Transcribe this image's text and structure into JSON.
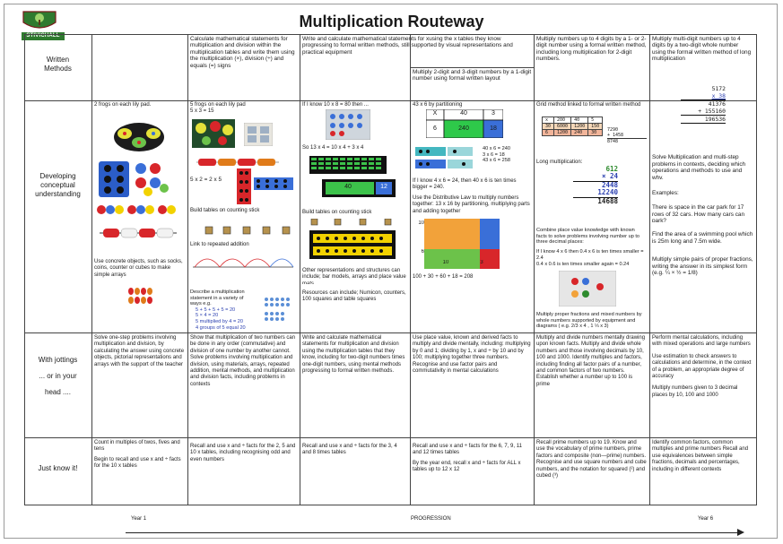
{
  "title": "Multiplication Routeway",
  "logo": {
    "text": "STIVICHALL"
  },
  "rows": {
    "written": [
      "Written",
      "Methods"
    ],
    "developing": [
      "Developing",
      "conceptual",
      "understanding"
    ],
    "jottings": [
      "With jottings",
      "... or in your",
      "head ...."
    ],
    "justknow": "Just know it!"
  },
  "written_methods": {
    "c3": "Calculate mathematical statements for multiplication and division within the multiplication tables and write them using the multiplication (×), division (÷) and equals (=) signs",
    "c45": "Write and calculate mathematical statements for xusing the x tables they know progressing to formal written methods, still supported by visual representations and practical equipment",
    "c5b": "Multiply 2-digit and 3-digit numbers by a 1-digit number using formal written layout",
    "c6": "Multiply numbers up to 4 digits by a 1- or 2-digit number using a formal written method, including long multiplication for 2-digit numbers.",
    "c7": "Multiply multi-digit numbers up to 4 digits by a two-digit whole number using the formal written method of long multiplication"
  },
  "developing": {
    "c2_top": "2 frogs on each lily pad.",
    "c2_bottom": "Use concrete objects, such as socks, coins, counter or cubes to make simple arrays",
    "c3_top": "5 frogs on each lily pad",
    "c3_eq1": "5 x 3 = 15",
    "c3_eq2": "5 x 2 = 2 x 5",
    "c3_stick": "Build tables on counting stick",
    "c3_link": "Link to repeated addition",
    "c3_describe": "Describe a multiplication statement in a variety of ways e.g.",
    "c3_ways": [
      "5 + 5 + 5 + 5 = 20",
      "5 × 4 = 20",
      "5 multiplied by 4 = 20",
      "4 groups of 5 equal 20"
    ],
    "c4_top": "If I know 10 x 8 = 80 then ...",
    "c4_so": "So 13 x 4 = 10 x 4 + 3 x 4",
    "c4_bar": [
      "40",
      "12"
    ],
    "c4_stick": "Build tables on counting stick",
    "c4_other": "Other representations and structures can include; bar models, arrays and place value mats",
    "c4_resources": "Resources can include; Numicon, counters, 100 squares and table squares",
    "c5_top": "43 x 6 by partitioning",
    "c5_grid": [
      "X",
      "40",
      "3",
      "6",
      "240",
      "18"
    ],
    "c5_sums": [
      "40 x 6 = 240",
      "3 x 6 = 18",
      "43 x 6 = 258"
    ],
    "c5_know": "If I know 4 x 6 = 24, then 40 x 6 is ten times bigger = 240.",
    "c5_distrib": "Use the Distributive Law to multiply numbers together: 13 x 16 by partitioning, multiplying parts and adding together",
    "c5_axis": [
      "10",
      "6",
      "10",
      "3"
    ],
    "c5_total": "100 + 30 + 60 + 18 = 208",
    "c6_grid_label": "Grid method linked to formal written method",
    "c6_grid": [
      "x",
      "200",
      "40",
      "5",
      "30",
      "6000",
      "1200",
      "150",
      "6",
      "1200",
      "240",
      "30"
    ],
    "c6_grid_sum": [
      "7290",
      "+ 1458",
      "8748"
    ],
    "c6_long": "Long multiplication:",
    "c6_long_digits": [
      "612",
      "× 24",
      "2448",
      "12240",
      "14688"
    ],
    "c6_place": "Combine place value knowledge with known facts to solve problems involving number up to three decimal places:",
    "c6_place2": "If I know 4 x 6 then 0.4 x 6 is ten times smaller = 2.4",
    "c6_place3": "0.4 x 0.6 is ten times smaller again = 0.24",
    "c6_fractions": "Multiply proper fractions and mixed numbers by whole numbers supported by equipment and diagrams ( e.g. 2/3 x 4 , 1 ⅓ x 3)",
    "c7_long": [
      "5172",
      "x 38",
      "41376",
      "+ 155160",
      "196536"
    ],
    "c7_solve": "Solve Multiplication and multi-step problems in contexts, deciding which operations and methods to use and why.",
    "c7_examples": "Examples:",
    "c7_ex1": "There is space in the car park for 17 rows of 32 cars. How many cars can park?",
    "c7_ex2": "Find the area of a swimming pool which is 25m long and 7.5m wide.",
    "c7_fractions": "Multiply simple pairs of proper fractions, writing the answer in its simplest form (e.g. ¼ × ½ = 1/8)"
  },
  "jottings": {
    "c2": "Solve one-step problems involving multiplication and division, by calculating the answer using concrete objects, pictorial representations and arrays with the support of the teacher",
    "c3": "Show that multiplication of two numbers can be done in any order (commutative) and division of one number by another cannot. Solve problems involving multiplication and division, using materials, arrays, repeated addition, mental methods, and multiplication and division facts, including problems in contexts",
    "c4": "Write and calculate mathematical statements for multiplication and division using the multiplication tables that they know, including for two-digit numbers times one-digit numbers, using mental methods progressing to formal written methods.",
    "c5": "Use place value, known and derived facts to multiply and divide mentally, including: multiplying by 0 and 1; dividing by 1, x and ÷ by 10 and by 100; multiplying together three numbers. Recognise and use factor pairs and commutativity in mental calculations",
    "c6": "Multiply and divide numbers mentally drawing upon known facts. Multiply and divide whole numbers and those involving decimals by 10, 100 and 1000. Identify multiples and factors, including finding all factor pairs of a number, and common factors of two numbers. Establish whether a number up to 100 is prime",
    "c7a": "Perform mental calculations, including with mixed operations and large numbers",
    "c7b": "Use estimation to check answers to calculations and determine, in the context of a problem, an appropriate degree of accuracy",
    "c7c": "Multiply numbers given to 3 decimal places by 10, 100 and 1000"
  },
  "justknow": {
    "c2a": "Count in multiples of twos, fives and tens",
    "c2b": "Begin to recall and use x and ÷ facts for the 10 x tables",
    "c3": "Recall and use x and ÷ facts for the 2, 5 and 10 x tables, including recognising odd and even numbers",
    "c4": "Recall and use x and ÷ facts for the 3, 4 and 8 times tables",
    "c5a": "Recall and use x and ÷ facts for the 6, 7, 9, 11 and 12 times tables",
    "c5b": "By the year end, recall x and ÷ facts for ALL x tables up to 12 x 12",
    "c6": "Recall prime numbers up to 19. Know and use the vocabulary of prime numbers, prime factors and composite (non—prime) numbers. Recognise and use square numbers and cube numbers, and the notation for squared (²) and cubed (³)",
    "c7": "Identify common factors, common multiples and prime numbers Recall and use equivalences between simple fractions, decimals and percentages, including in different contexts"
  },
  "footer": {
    "left": "Year 1",
    "middle": "PROGRESSION",
    "right": "Year 6"
  },
  "colors": {
    "green": "#2e8b2e",
    "blue": "#3a6fd8",
    "yellow": "#f2d200",
    "red": "#d8262a",
    "teal": "#43b7c0"
  }
}
